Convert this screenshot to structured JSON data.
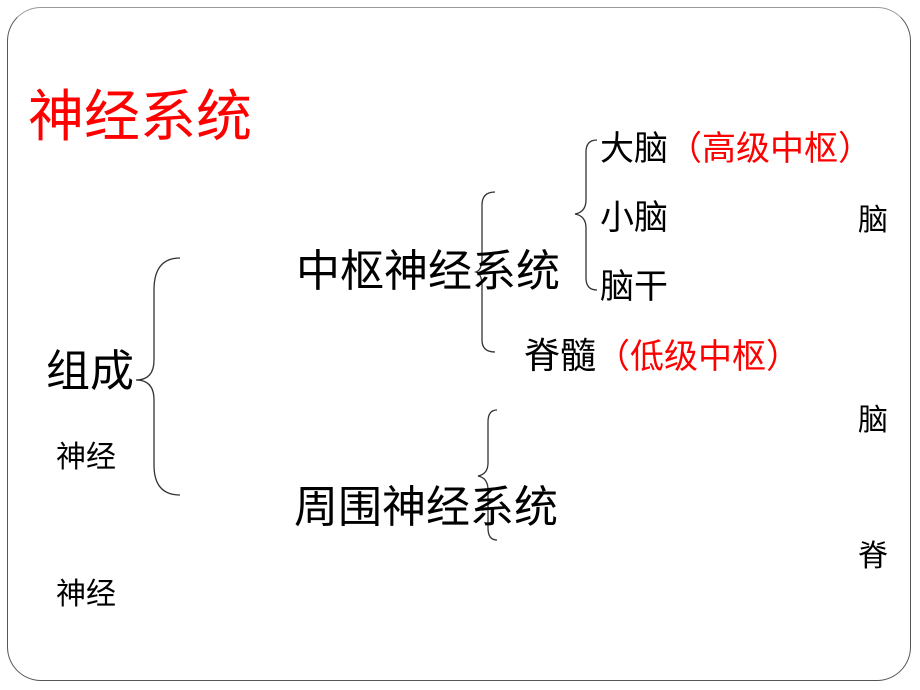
{
  "title": "神经系统",
  "composition": {
    "label": "组成",
    "left_labels": [
      "神经",
      "神经"
    ]
  },
  "central": {
    "label": "中枢神经系统",
    "brain_parts": [
      {
        "name": "大脑",
        "note": "（高级中枢）"
      },
      {
        "name": "小脑",
        "note": ""
      },
      {
        "name": "脑干",
        "note": ""
      }
    ],
    "spinal": {
      "name": "脊髓",
      "note": "（低级中枢）"
    }
  },
  "peripheral": {
    "label": "周围神经系统"
  },
  "right_labels": [
    "脑",
    "脑",
    "脊"
  ],
  "colors": {
    "accent": "#ff0000",
    "text": "#000000"
  }
}
